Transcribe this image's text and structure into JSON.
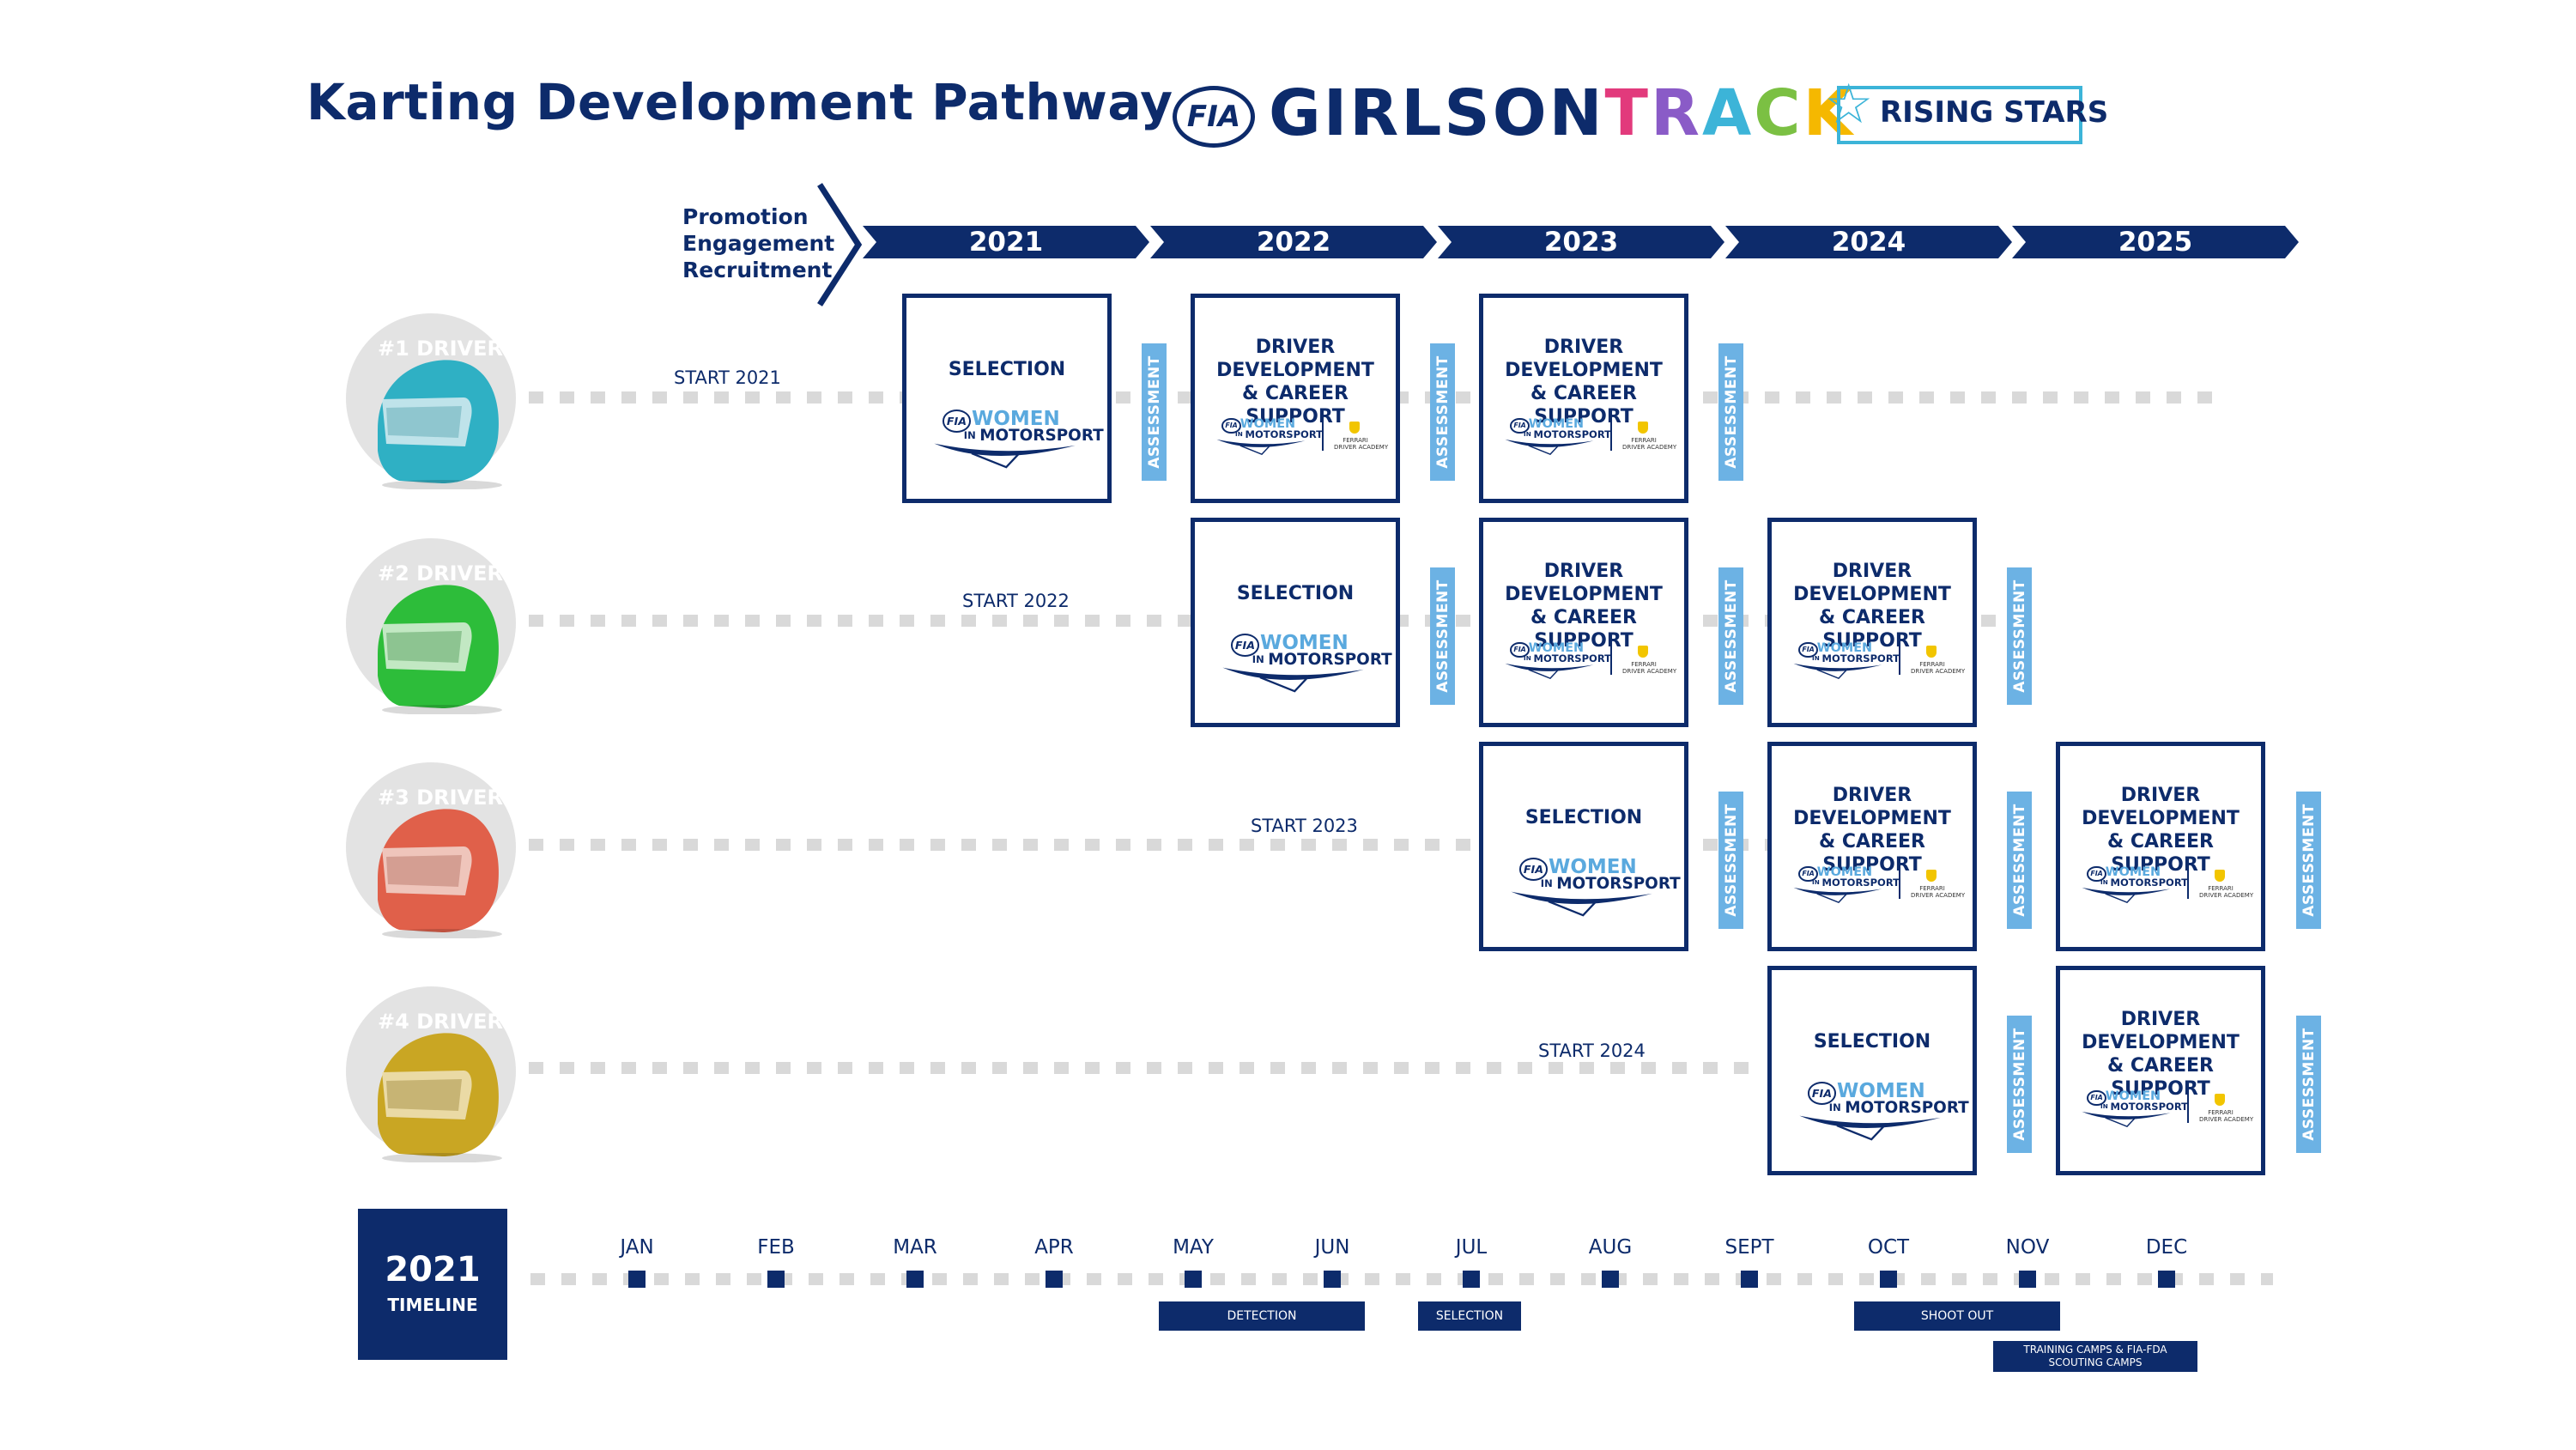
{
  "header": {
    "title": "Karting Development Pathway",
    "logo_fia": "FIA",
    "logo_girls_on_track": "GIRLSONTRACK",
    "logo_rising_stars": "RISING STARS"
  },
  "promo": {
    "line1": "Promotion",
    "line2": "Engagement",
    "line3": "Recruitment"
  },
  "years": [
    "2021",
    "2022",
    "2023",
    "2024",
    "2025"
  ],
  "drivers": [
    {
      "label": "#1 DRIVER",
      "start": "START 2021",
      "helmet_color": "#2fb0c4"
    },
    {
      "label": "#2 DRIVER",
      "start": "START 2022",
      "helmet_color": "#2dbd3a"
    },
    {
      "label": "#3 DRIVER",
      "start": "START 2023",
      "helmet_color": "#e0604a"
    },
    {
      "label": "#4 DRIVER",
      "start": "START 2024",
      "helmet_color": "#c9a623"
    }
  ],
  "box_text": {
    "selection": "SELECTION",
    "dev_line1": "DRIVER",
    "dev_line2": "DEVELOPMENT",
    "dev_line3": "& CAREER SUPPORT",
    "assessment": "ASSESSMENT",
    "wim_fia": "FIA",
    "wim_women": "WOMEN",
    "wim_in": "IN",
    "wim_motorsport": "MOTORSPORT",
    "ferrari_line1": "FERRARI",
    "ferrari_line2": "DRIVER ACADEMY"
  },
  "timeline": {
    "year": "2021",
    "label": "TIMELINE",
    "months": [
      "JAN",
      "FEB",
      "MAR",
      "APR",
      "MAY",
      "JUN",
      "JUL",
      "AUG",
      "SEPT",
      "OCT",
      "NOV",
      "DEC"
    ],
    "bars": {
      "detection": "DETECTION",
      "selection": "SELECTION",
      "shoot_out": "SHOOT OUT",
      "camps_line1": "TRAINING CAMPS & FIA-FDA",
      "camps_line2": "SCOUTING CAMPS"
    }
  },
  "colors": {
    "navy": "#0d2b6b",
    "assessment_blue": "#6cb2e4",
    "dots": "#d9d9d9"
  }
}
